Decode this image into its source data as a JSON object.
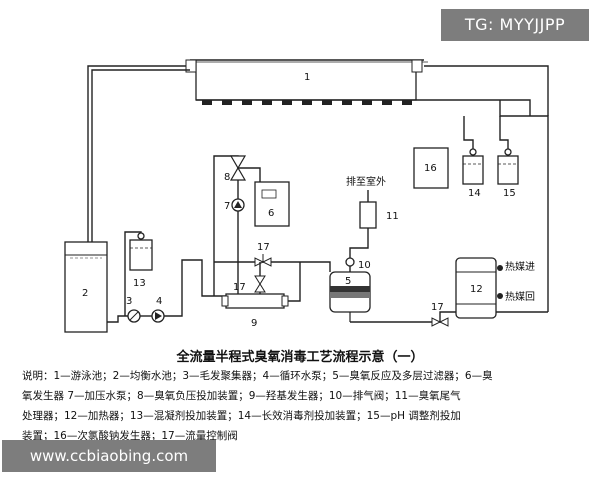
{
  "watermark": "TG: MYYJJPP",
  "site": "www.ccbiaobing.com",
  "labels": {
    "n1": "1",
    "n2": "2",
    "n3": "3",
    "n4": "4",
    "n5": "5",
    "n6": "6",
    "n7": "7",
    "n8": "8",
    "n9": "9",
    "n10": "10",
    "n11": "11",
    "n12": "12",
    "n13": "13",
    "n14": "14",
    "n15": "15",
    "n16": "16",
    "n17a": "17",
    "n17b": "17",
    "n17c": "17",
    "vent": "排至室外",
    "heat_in": "热媒进",
    "heat_out": "热媒回"
  },
  "caption": {
    "title": "全流量半程式臭氧消毒工艺流程示意（一）",
    "line1": "说明：1—游泳池；2—均衡水池；3—毛发聚集器；4—循环水泵；5—臭氧反应及多层过滤器；6—臭",
    "line2": "氧发生器 7—加压水泵；8—臭氧负压投加装置；9—羟基发生器；10—排气阀；11—臭氧尾气",
    "line3": "处理器；12—加热器；13—混凝剂投加装置；14—长效消毒剂投加装置；15—pH 调整剂投加",
    "line4": "装置；16—次氯酸钠发生器；17—流量控制阀"
  }
}
